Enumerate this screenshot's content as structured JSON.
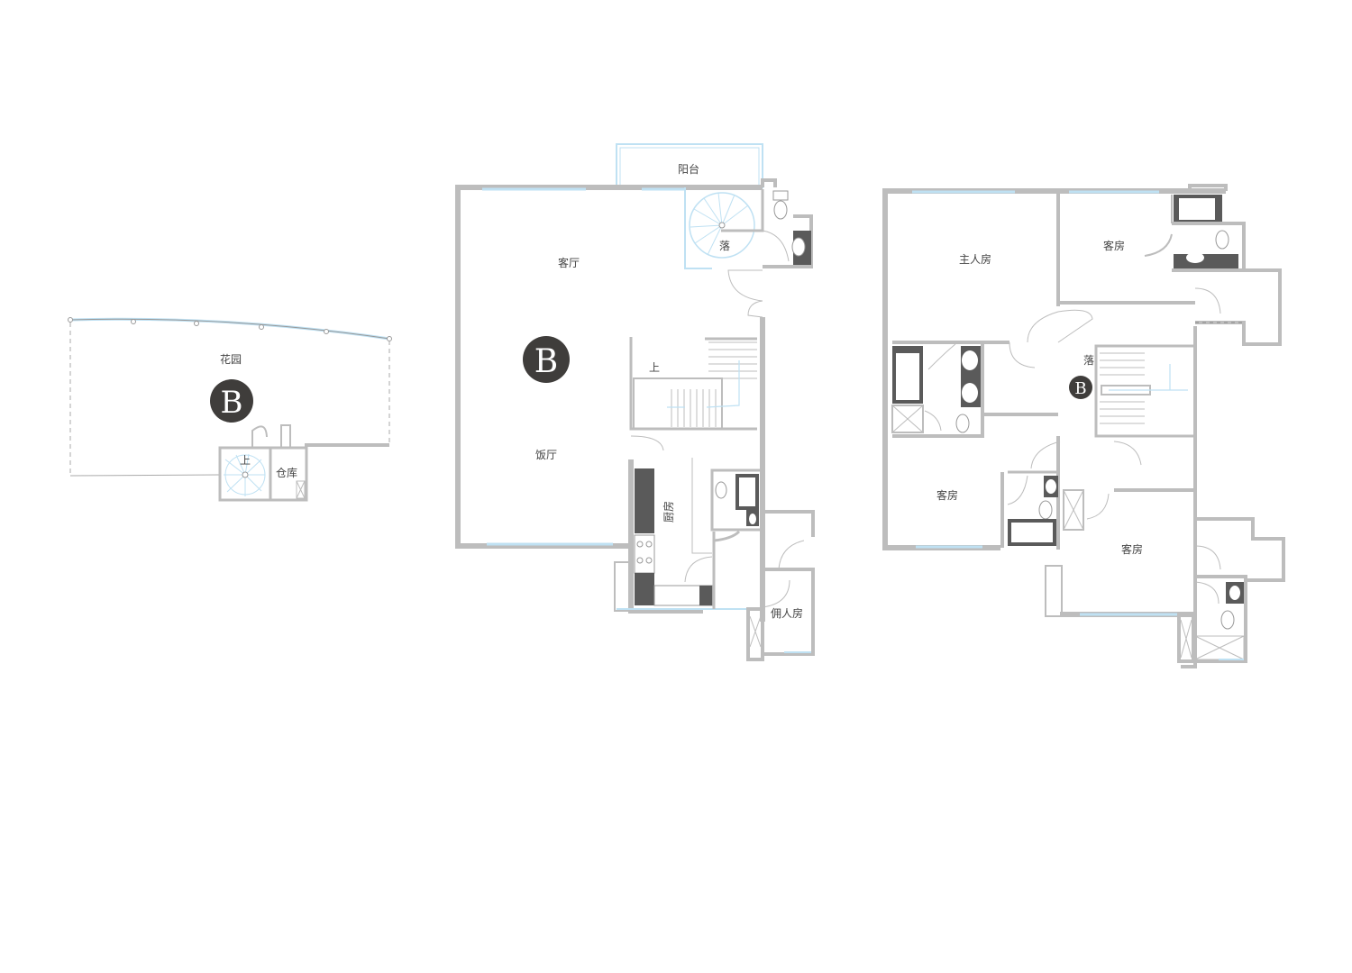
{
  "badge_letter": "B",
  "labels": {
    "garden": "花园",
    "up_basement": "上",
    "storage": "仓库",
    "balcony": "阳台",
    "living": "客厅",
    "down_spiral": "落",
    "up_stair": "上",
    "dining": "饭厅",
    "kitchen": "厨房",
    "maid_room": "佣人房",
    "master_bedroom": "主人房",
    "guest_room_1": "客房",
    "down_stair": "落",
    "guest_room_2": "客房",
    "guest_room_3": "客房"
  },
  "colors": {
    "wall": "#bdbdbd",
    "window": "#bfe1f3",
    "fixture": "#5a5a5a",
    "badge": "#3f3d3b",
    "line": "#999999"
  }
}
